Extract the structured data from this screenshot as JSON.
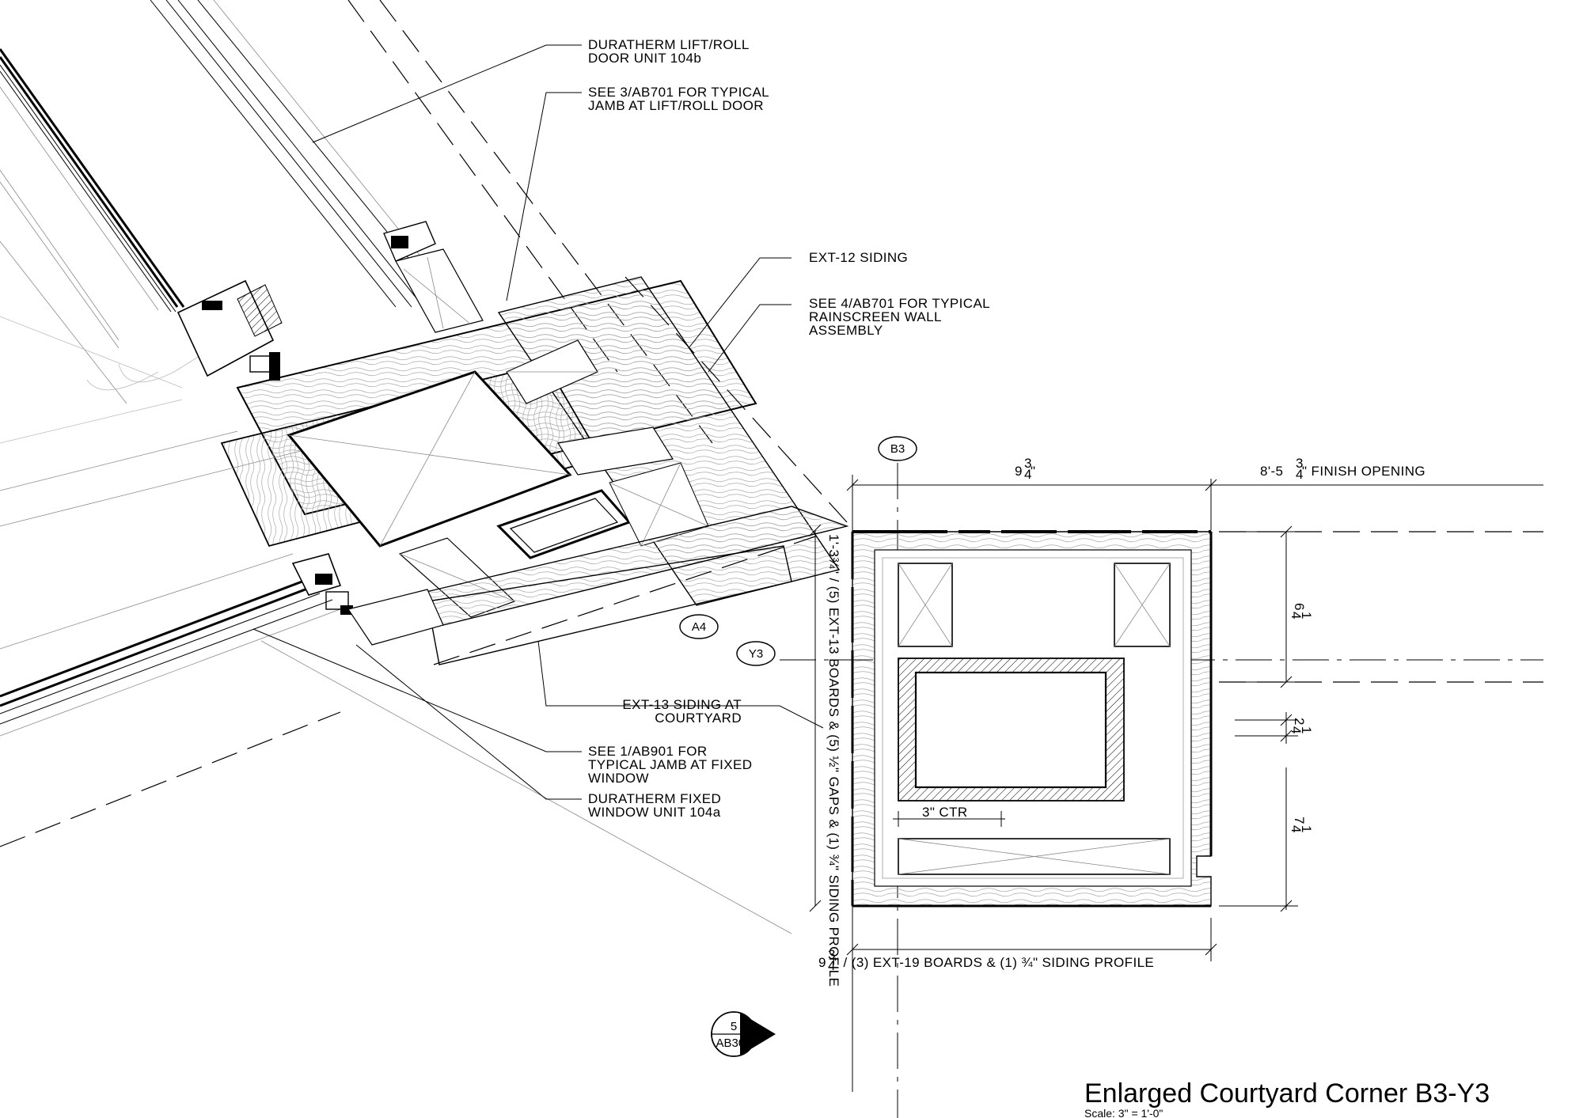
{
  "title": "Enlarged Courtyard Corner B3-Y3",
  "scale": "Scale:  3\" = 1'-0\"",
  "notes": {
    "lift_roll_door_1": "DURATHERM LIFT/ROLL",
    "lift_roll_door_2": "DOOR UNIT 104b",
    "see_3_ab701_1": "SEE 3/AB701 FOR TYPICAL",
    "see_3_ab701_2": "JAMB AT LIFT/ROLL DOOR",
    "ext12_siding": "EXT-12 SIDING",
    "see_4_ab701_1": "SEE 4/AB701 FOR TYPICAL",
    "see_4_ab701_2": "RAINSCREEN WALL",
    "see_4_ab701_3": "ASSEMBLY",
    "ext13_siding_1": "EXT-13 SIDING AT",
    "ext13_siding_2": "COURTYARD",
    "see_1_ab901_1": "SEE 1/AB901 FOR",
    "see_1_ab901_2": "TYPICAL JAMB AT FIXED",
    "see_1_ab901_3": "WINDOW",
    "fixed_window_1": "DURATHERM FIXED",
    "fixed_window_2": "WINDOW UNIT 104a"
  },
  "gridlines": {
    "b3": "B3",
    "a4": "A4",
    "y3": "Y3"
  },
  "dimensions": {
    "top_width_whole": "9",
    "top_width_num": "3",
    "top_width_den": "4",
    "top_width_unit": "\"",
    "finish_opening_prefix": "8'-5",
    "finish_opening_num": "3",
    "finish_opening_den": "4",
    "finish_opening_suffix": "\" FINISH OPENING",
    "vertical_left": "1'-3¾\" / (5) EXT-13 BOARDS & (5) ½\" GAPS & (1) ¾\" SIDING PROFILE",
    "right_upper_whole": "6",
    "right_upper_num": "1",
    "right_upper_den": "4",
    "right_middle_whole": "2",
    "right_middle_num": "1",
    "right_middle_den": "4",
    "right_lower_whole": "7",
    "right_lower_num": "1",
    "right_lower_den": "4",
    "ctr_spacing": "3\" CTR",
    "bottom_whole": "9",
    "bottom_num": "3",
    "bottom_den": "4",
    "bottom_text": "\" / (3) EXT-19 BOARDS & (1) ¾\" SIDING PROFILE"
  },
  "section_marker": {
    "number": "5",
    "sheet": "AB303"
  }
}
